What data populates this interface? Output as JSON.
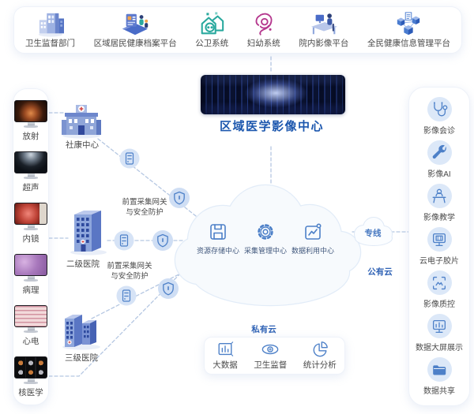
{
  "top_platforms": {
    "items": [
      {
        "label": "卫生监督部门",
        "icon": "gov-buildings-icon"
      },
      {
        "label": "区域居民健康档案平台",
        "icon": "health-records-icon"
      },
      {
        "label": "公卫系统",
        "icon": "public-health-house-icon"
      },
      {
        "label": "妇幼系统",
        "icon": "maternal-child-icon"
      },
      {
        "label": "院内影像平台",
        "icon": "hospital-imaging-desk-icon"
      },
      {
        "label": "全民健康信息管理平台",
        "icon": "health-info-cubes-icon"
      }
    ]
  },
  "modalities": {
    "items": [
      {
        "label": "放射"
      },
      {
        "label": "超声"
      },
      {
        "label": "内镜"
      },
      {
        "label": "病理"
      },
      {
        "label": "心电"
      },
      {
        "label": "核医学"
      }
    ]
  },
  "facilities": {
    "community": {
      "label": "社康中心"
    },
    "secondary": {
      "label": "二级医院"
    },
    "tertiary": {
      "label": "三级医院"
    }
  },
  "gateway": {
    "line1": "前置采集网关",
    "line2": "与安全防护"
  },
  "center": {
    "title": "区域医学影像中心"
  },
  "cloud": {
    "services": [
      {
        "label": "资源存储中心",
        "icon": "storage-floppy-icon"
      },
      {
        "label": "采集管理中心",
        "icon": "gear-icon"
      },
      {
        "label": "数据利用中心",
        "icon": "data-trend-icon"
      }
    ],
    "dedicated_line": "专线",
    "public_cloud": "公有云",
    "private_cloud": "私有云"
  },
  "private_box": {
    "items": [
      {
        "label": "大数据",
        "icon": "bar-chart-icon"
      },
      {
        "label": "卫生监督",
        "icon": "supervision-eye-icon"
      },
      {
        "label": "统计分析",
        "icon": "pie-chart-icon"
      }
    ]
  },
  "right_services": {
    "items": [
      {
        "label": "影像会诊",
        "icon": "stethoscope-icon"
      },
      {
        "label": "影像AI",
        "icon": "wrench-icon"
      },
      {
        "label": "影像教学",
        "icon": "teaching-icon"
      },
      {
        "label": "云电子胶片",
        "icon": "cloud-film-monitor-icon"
      },
      {
        "label": "影像质控",
        "icon": "qc-frame-icon"
      },
      {
        "label": "数据大屏展示",
        "icon": "dashboard-screen-icon"
      },
      {
        "label": "数据共享",
        "icon": "folder-icon"
      }
    ]
  },
  "colors": {
    "accent_blue": "#2f62b5",
    "title_blue": "#1c57ae",
    "line_blue": "#b5c7e2",
    "icon_blue": "#4d80c8",
    "teal": "#2aa99e",
    "magenta": "#b5388e"
  }
}
